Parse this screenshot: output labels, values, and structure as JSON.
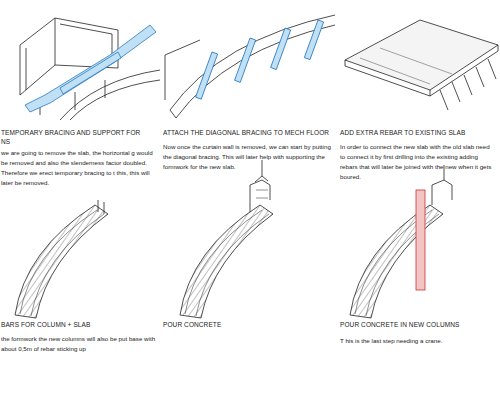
{
  "diagram": {
    "labels": [
      "TEMPORARY BRACING AND SUPPORT FOR",
      "NS",
      "we are going to remove the slab, the horizontal g would be removed and also the slenderness factor doubled. Therefore we erect temporary bracing to t this, this will later be removed.",
      "ATTACH THE DIAGONAL BRACING TO MECH FLOOR",
      "Now once the curtain wall is removed, we can start by putting the diagonal bracing. This will later help with supporting the formwork for the new slab.",
      "ADD EXTRA REBAR TO EXISTING SLAB",
      "In order to connect the new slab with the old slab need to connect it by first drilling into the existing adding rebars that will later be joined with the new when it gets boured.",
      "BARS FOR COLUMN + SLAB",
      "the formwork the new columns will also be put base with about 0,5m of rebar sticking up",
      "POUR CONCRETE",
      "POUR CONCRETE IN NEW COLUMNS",
      "T his is the last step needing a crane."
    ]
  }
}
